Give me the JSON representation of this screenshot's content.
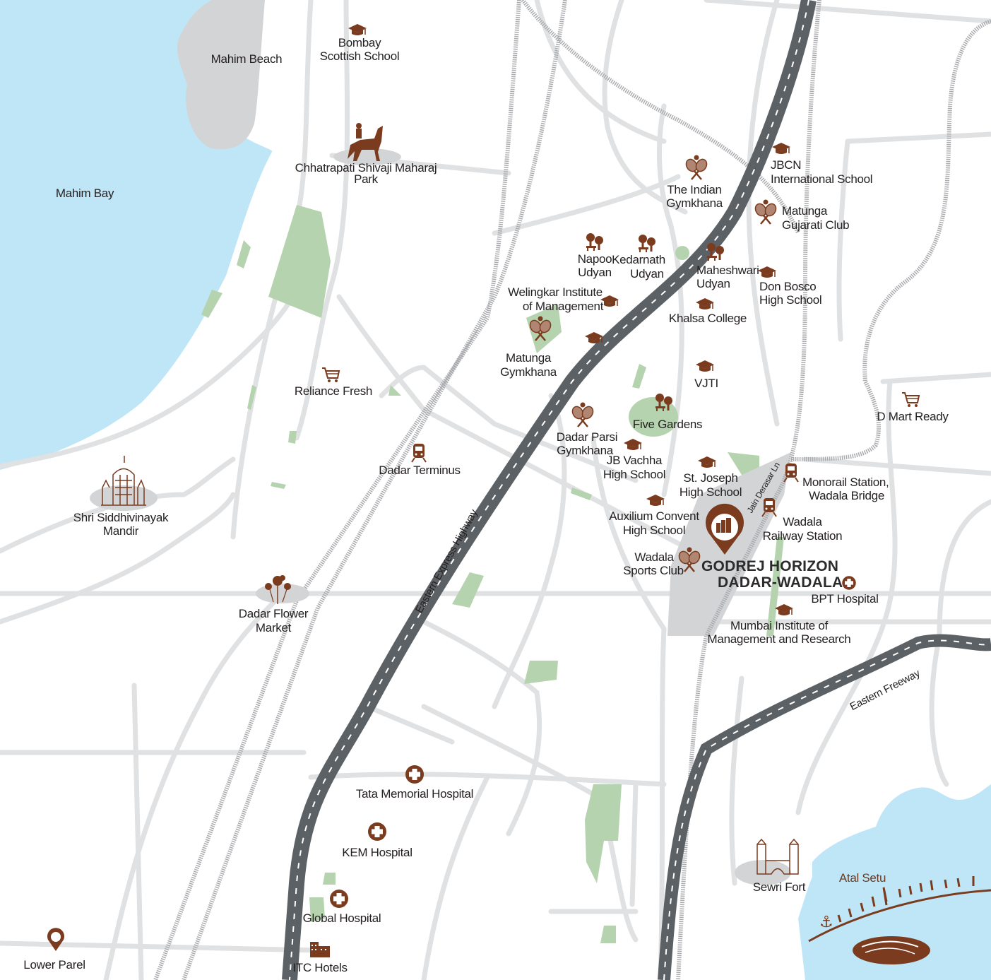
{
  "map": {
    "colors": {
      "water": "#bfe6f7",
      "land": "#ffffff",
      "road": "#dfe1e3",
      "rail": "#a9abae",
      "highway": "#5c6166",
      "green": "#b5d3ae",
      "beach": "#d3d4d6",
      "accent": "#7a3b1e"
    },
    "water_labels": {
      "mahim_bay": "Mahim Bay",
      "atal_setu": "Atal Setu"
    },
    "roads": {
      "eastern_express_highway": "Eastern Express Highway",
      "eastern_freeway": "Eastern Freeway",
      "jain_derasar_ln": "Jain Derasar Ln"
    },
    "project": {
      "name_line1": "GODREJ HORIZON",
      "name_line2": "DADAR-WADALA",
      "icon": "location-pin-building-icon"
    },
    "landmarks": [
      {
        "name": "Mahim Beach",
        "icon": "none"
      },
      {
        "name": "Bombay\nScottish School",
        "icon": "graduation-cap-icon"
      },
      {
        "name": "Chhatrapati Shivaji Maharaj Park",
        "icon": "equestrian-statue-icon"
      },
      {
        "name": "The Indian Gymkhana",
        "icon": "tennis-rackets-icon"
      },
      {
        "name": "JBCN International School",
        "icon": "graduation-cap-icon"
      },
      {
        "name": "Matunga Gujarati Club",
        "icon": "tennis-rackets-icon"
      },
      {
        "name": "Napoo Udyan",
        "icon": "park-trees-icon"
      },
      {
        "name": "Kedarnath Udyan",
        "icon": "park-trees-icon"
      },
      {
        "name": "Maheshwari Udyan",
        "icon": "park-trees-icon"
      },
      {
        "name": "Don Bosco High School",
        "icon": "graduation-cap-icon"
      },
      {
        "name": "Welingkar Institute of Management",
        "icon": "graduation-cap-icon"
      },
      {
        "name": "Khalsa College",
        "icon": "graduation-cap-icon"
      },
      {
        "name": "Matunga Gymkhana",
        "icon": "tennis-rackets-icon"
      },
      {
        "name": "VJTI",
        "icon": "graduation-cap-icon"
      },
      {
        "name": "Reliance Fresh",
        "icon": "shopping-cart-icon"
      },
      {
        "name": "Five Gardens",
        "icon": "park-trees-icon"
      },
      {
        "name": "Dadar Parsi Gymkhana",
        "icon": "tennis-rackets-icon"
      },
      {
        "name": "D Mart Ready",
        "icon": "shopping-cart-icon"
      },
      {
        "name": "Dadar Terminus",
        "icon": "train-icon"
      },
      {
        "name": "JB Vachha High School",
        "icon": "graduation-cap-icon"
      },
      {
        "name": "St. Joseph High School",
        "icon": "graduation-cap-icon"
      },
      {
        "name": "Monorail Station, Wadala Bridge",
        "icon": "train-icon"
      },
      {
        "name": "Shri Siddhivinayak Mandir",
        "icon": "temple-icon"
      },
      {
        "name": "Auxilium Convent High School",
        "icon": "graduation-cap-icon"
      },
      {
        "name": "Wadala Railway Station",
        "icon": "train-icon"
      },
      {
        "name": "Wadala Sports Club",
        "icon": "tennis-rackets-icon"
      },
      {
        "name": "BPT Hospital",
        "icon": "hospital-cross-icon"
      },
      {
        "name": "Dadar Flower Market",
        "icon": "flowers-icon"
      },
      {
        "name": "Mumbai Institute of Management and Research",
        "icon": "graduation-cap-icon"
      },
      {
        "name": "Tata Memorial Hospital",
        "icon": "hospital-cross-icon"
      },
      {
        "name": "KEM Hospital",
        "icon": "hospital-cross-icon"
      },
      {
        "name": "Sewri Fort",
        "icon": "fort-icon"
      },
      {
        "name": "Global Hospital",
        "icon": "hospital-cross-icon"
      },
      {
        "name": "Lower Parel",
        "icon": "location-pin-icon"
      },
      {
        "name": "ITC Hotels",
        "icon": "hotel-building-icon"
      }
    ],
    "labels": {
      "mahim_beach": "Mahim Beach",
      "bombay_scottish_1": "Bombay",
      "bombay_scottish_2": "Scottish School",
      "shivaji_park_1": "Chhatrapati Shivaji Maharaj",
      "shivaji_park_2": "Park",
      "indian_gymkhana_1": "The Indian",
      "indian_gymkhana_2": "Gymkhana",
      "jbcn_1": "JBCN",
      "jbcn_2": "International School",
      "matunga_gujarati_1": "Matunga",
      "matunga_gujarati_2": "Gujarati Club",
      "napoo_1": "Napoo",
      "napoo_2": "Udyan",
      "kedarnath_1": "Kedarnath",
      "kedarnath_2": "Udyan",
      "maheshwari_1": "Maheshwari",
      "maheshwari_2": "Udyan",
      "don_bosco_1": "Don Bosco",
      "don_bosco_2": "High School",
      "welingkar_1": "Welingkar Institute",
      "welingkar_2": "of Management",
      "khalsa": "Khalsa College",
      "matunga_gym_1": "Matunga",
      "matunga_gym_2": "Gymkhana",
      "vjti": "VJTI",
      "reliance": "Reliance Fresh",
      "five_gardens": "Five Gardens",
      "dadar_parsi_1": "Dadar Parsi",
      "dadar_parsi_2": "Gymkhana",
      "dmart": "D Mart Ready",
      "dadar_terminus": "Dadar Terminus",
      "jb_vachha_1": "JB Vachha",
      "jb_vachha_2": "High School",
      "st_joseph_1": "St. Joseph",
      "st_joseph_2": "High School",
      "monorail_1": "Monorail Station,",
      "monorail_2": "Wadala Bridge",
      "siddhivinayak_1": "Shri Siddhivinayak",
      "siddhivinayak_2": "Mandir",
      "auxilium_1": "Auxilium Convent",
      "auxilium_2": "High School",
      "wadala_rly_1": "Wadala",
      "wadala_rly_2": "Railway Station",
      "wadala_sports_1": "Wadala",
      "wadala_sports_2": "Sports Club",
      "bpt": "BPT Hospital",
      "flower_1": "Dadar Flower",
      "flower_2": "Market",
      "mimr_1": "Mumbai Institute of",
      "mimr_2": "Management and Research",
      "tata": "Tata Memorial Hospital",
      "kem": "KEM Hospital",
      "sewri": "Sewri Fort",
      "global": "Global Hospital",
      "lower_parel": "Lower Parel",
      "itc": "ITC Hotels"
    }
  }
}
